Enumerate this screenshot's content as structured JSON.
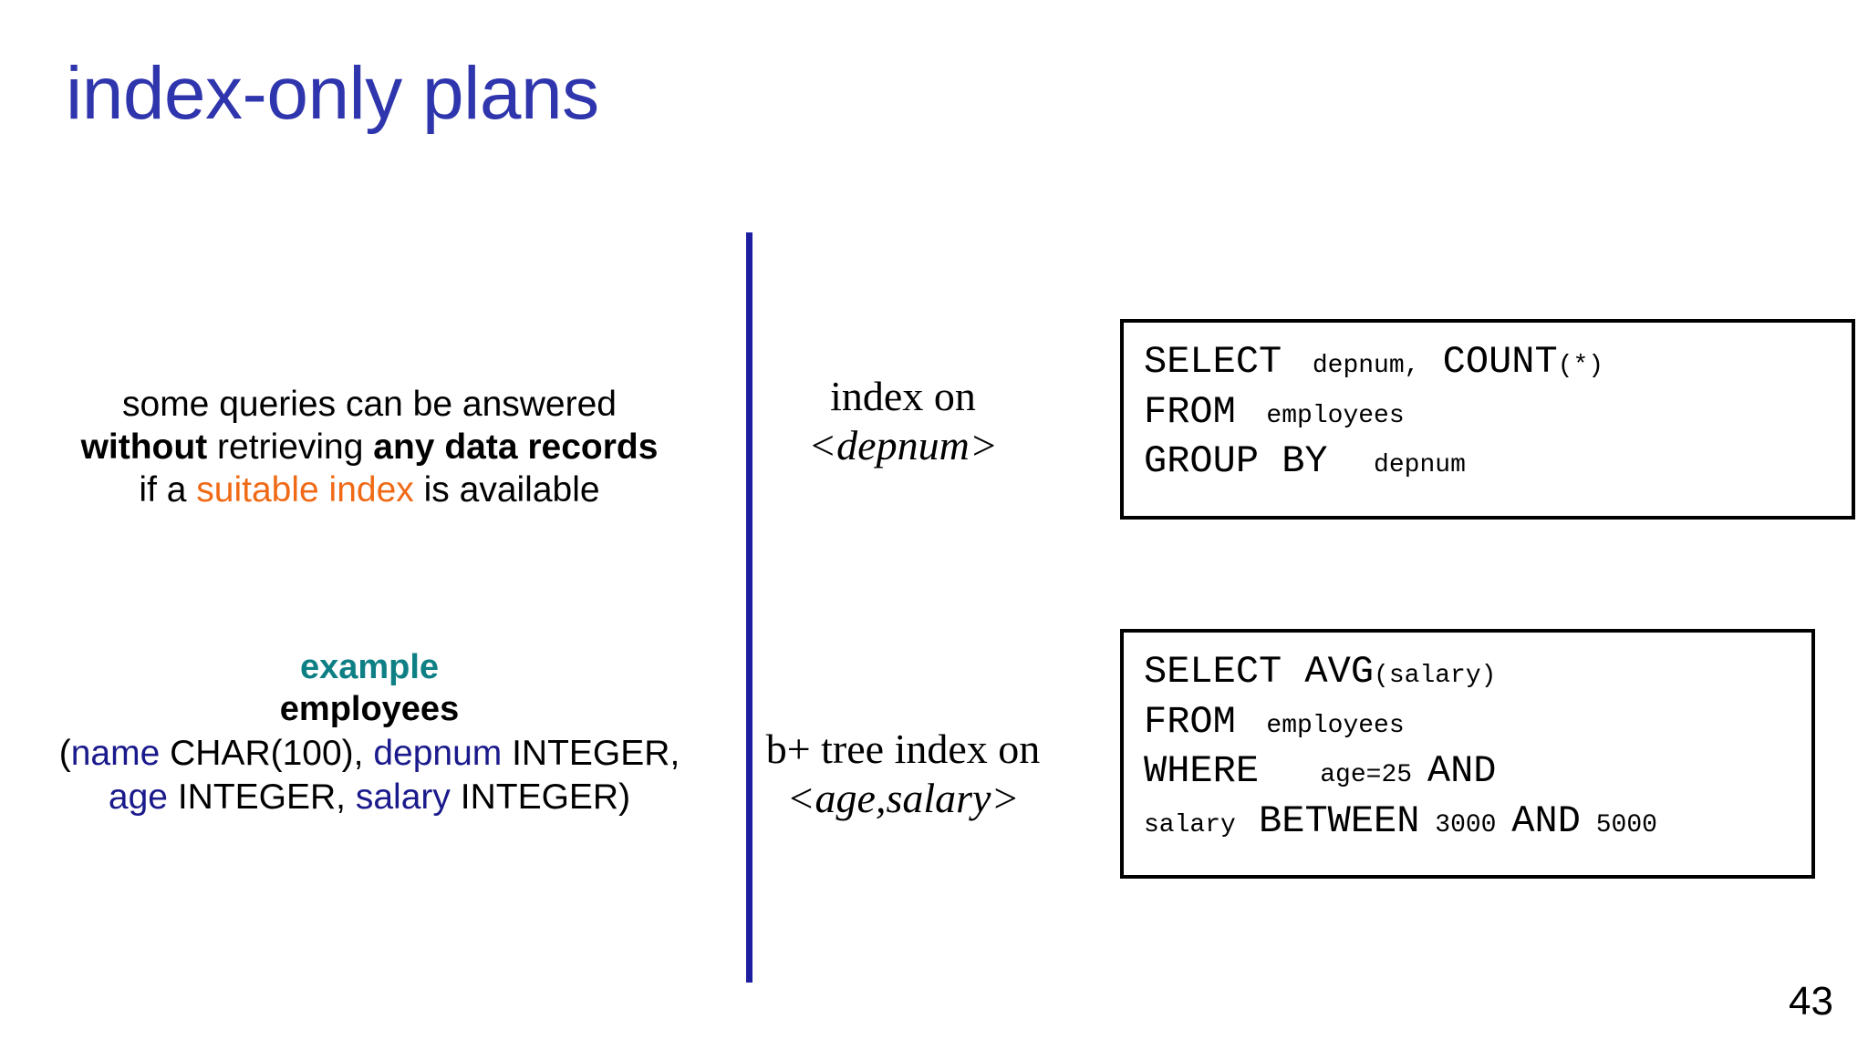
{
  "slide": {
    "title": "index-only plans",
    "page_number": "43",
    "accent_colors": {
      "title_blue": "#2F35AC",
      "divider_blue": "#1D1FA0",
      "highlight_orange": "#F06A16",
      "example_teal": "#0E8085",
      "column_navy": "#1A1A8C"
    }
  },
  "left": {
    "statement": {
      "line1": "some queries can be answered",
      "line2_part1": "without",
      "line2_part2": " retrieving ",
      "line2_part3": "any data records",
      "line3_part1": "if a ",
      "line3_highlight": "suitable index",
      "line3_part2": " is available"
    },
    "example": {
      "label": "example",
      "table_name": "employees",
      "schema_line1_open": "(",
      "schema_line1_col1": "name",
      "schema_line1_type1": " CHAR(100), ",
      "schema_line1_col2": "depnum",
      "schema_line1_type2": " INTEGER,",
      "schema_line2_col3": "age",
      "schema_line2_type3": " INTEGER, ",
      "schema_line2_col4": "salary",
      "schema_line2_type4": " INTEGER)"
    }
  },
  "middle": {
    "index_1": {
      "text": "index on",
      "attrs": "<depnum>"
    },
    "index_2": {
      "text": "b+ tree index on",
      "attrs": "<age,salary>"
    }
  },
  "queries": [
    {
      "name": "group-by-depnum-query",
      "lines": [
        [
          {
            "t": "SELECT",
            "s": "kw"
          },
          {
            "t": "  depnum,",
            "s": "idf"
          },
          {
            "t": " COUNT",
            "s": "kw"
          },
          {
            "t": "(*)",
            "s": "idf"
          }
        ],
        [
          {
            "t": "FROM",
            "s": "kw"
          },
          {
            "t": "  employees",
            "s": "idf"
          }
        ],
        [
          {
            "t": "GROUP BY",
            "s": "kw"
          },
          {
            "t": "   depnum",
            "s": "idf"
          }
        ]
      ]
    },
    {
      "name": "avg-salary-query",
      "lines": [
        [
          {
            "t": "SELECT AVG",
            "s": "kw"
          },
          {
            "t": "(salary)",
            "s": "idf"
          }
        ],
        [
          {
            "t": "FROM",
            "s": "kw"
          },
          {
            "t": "  employees",
            "s": "idf"
          }
        ],
        [
          {
            "t": "WHERE",
            "s": "kw"
          },
          {
            "t": "    age=25 ",
            "s": "idf"
          },
          {
            "t": "AND",
            "s": "kw"
          }
        ],
        [
          {
            "t": "salary",
            "s": "idf"
          },
          {
            "t": " BETWEEN",
            "s": "kw"
          },
          {
            "t": " 3000 ",
            "s": "idf"
          },
          {
            "t": "AND",
            "s": "kw"
          },
          {
            "t": " 5000",
            "s": "idf"
          }
        ]
      ]
    }
  ]
}
